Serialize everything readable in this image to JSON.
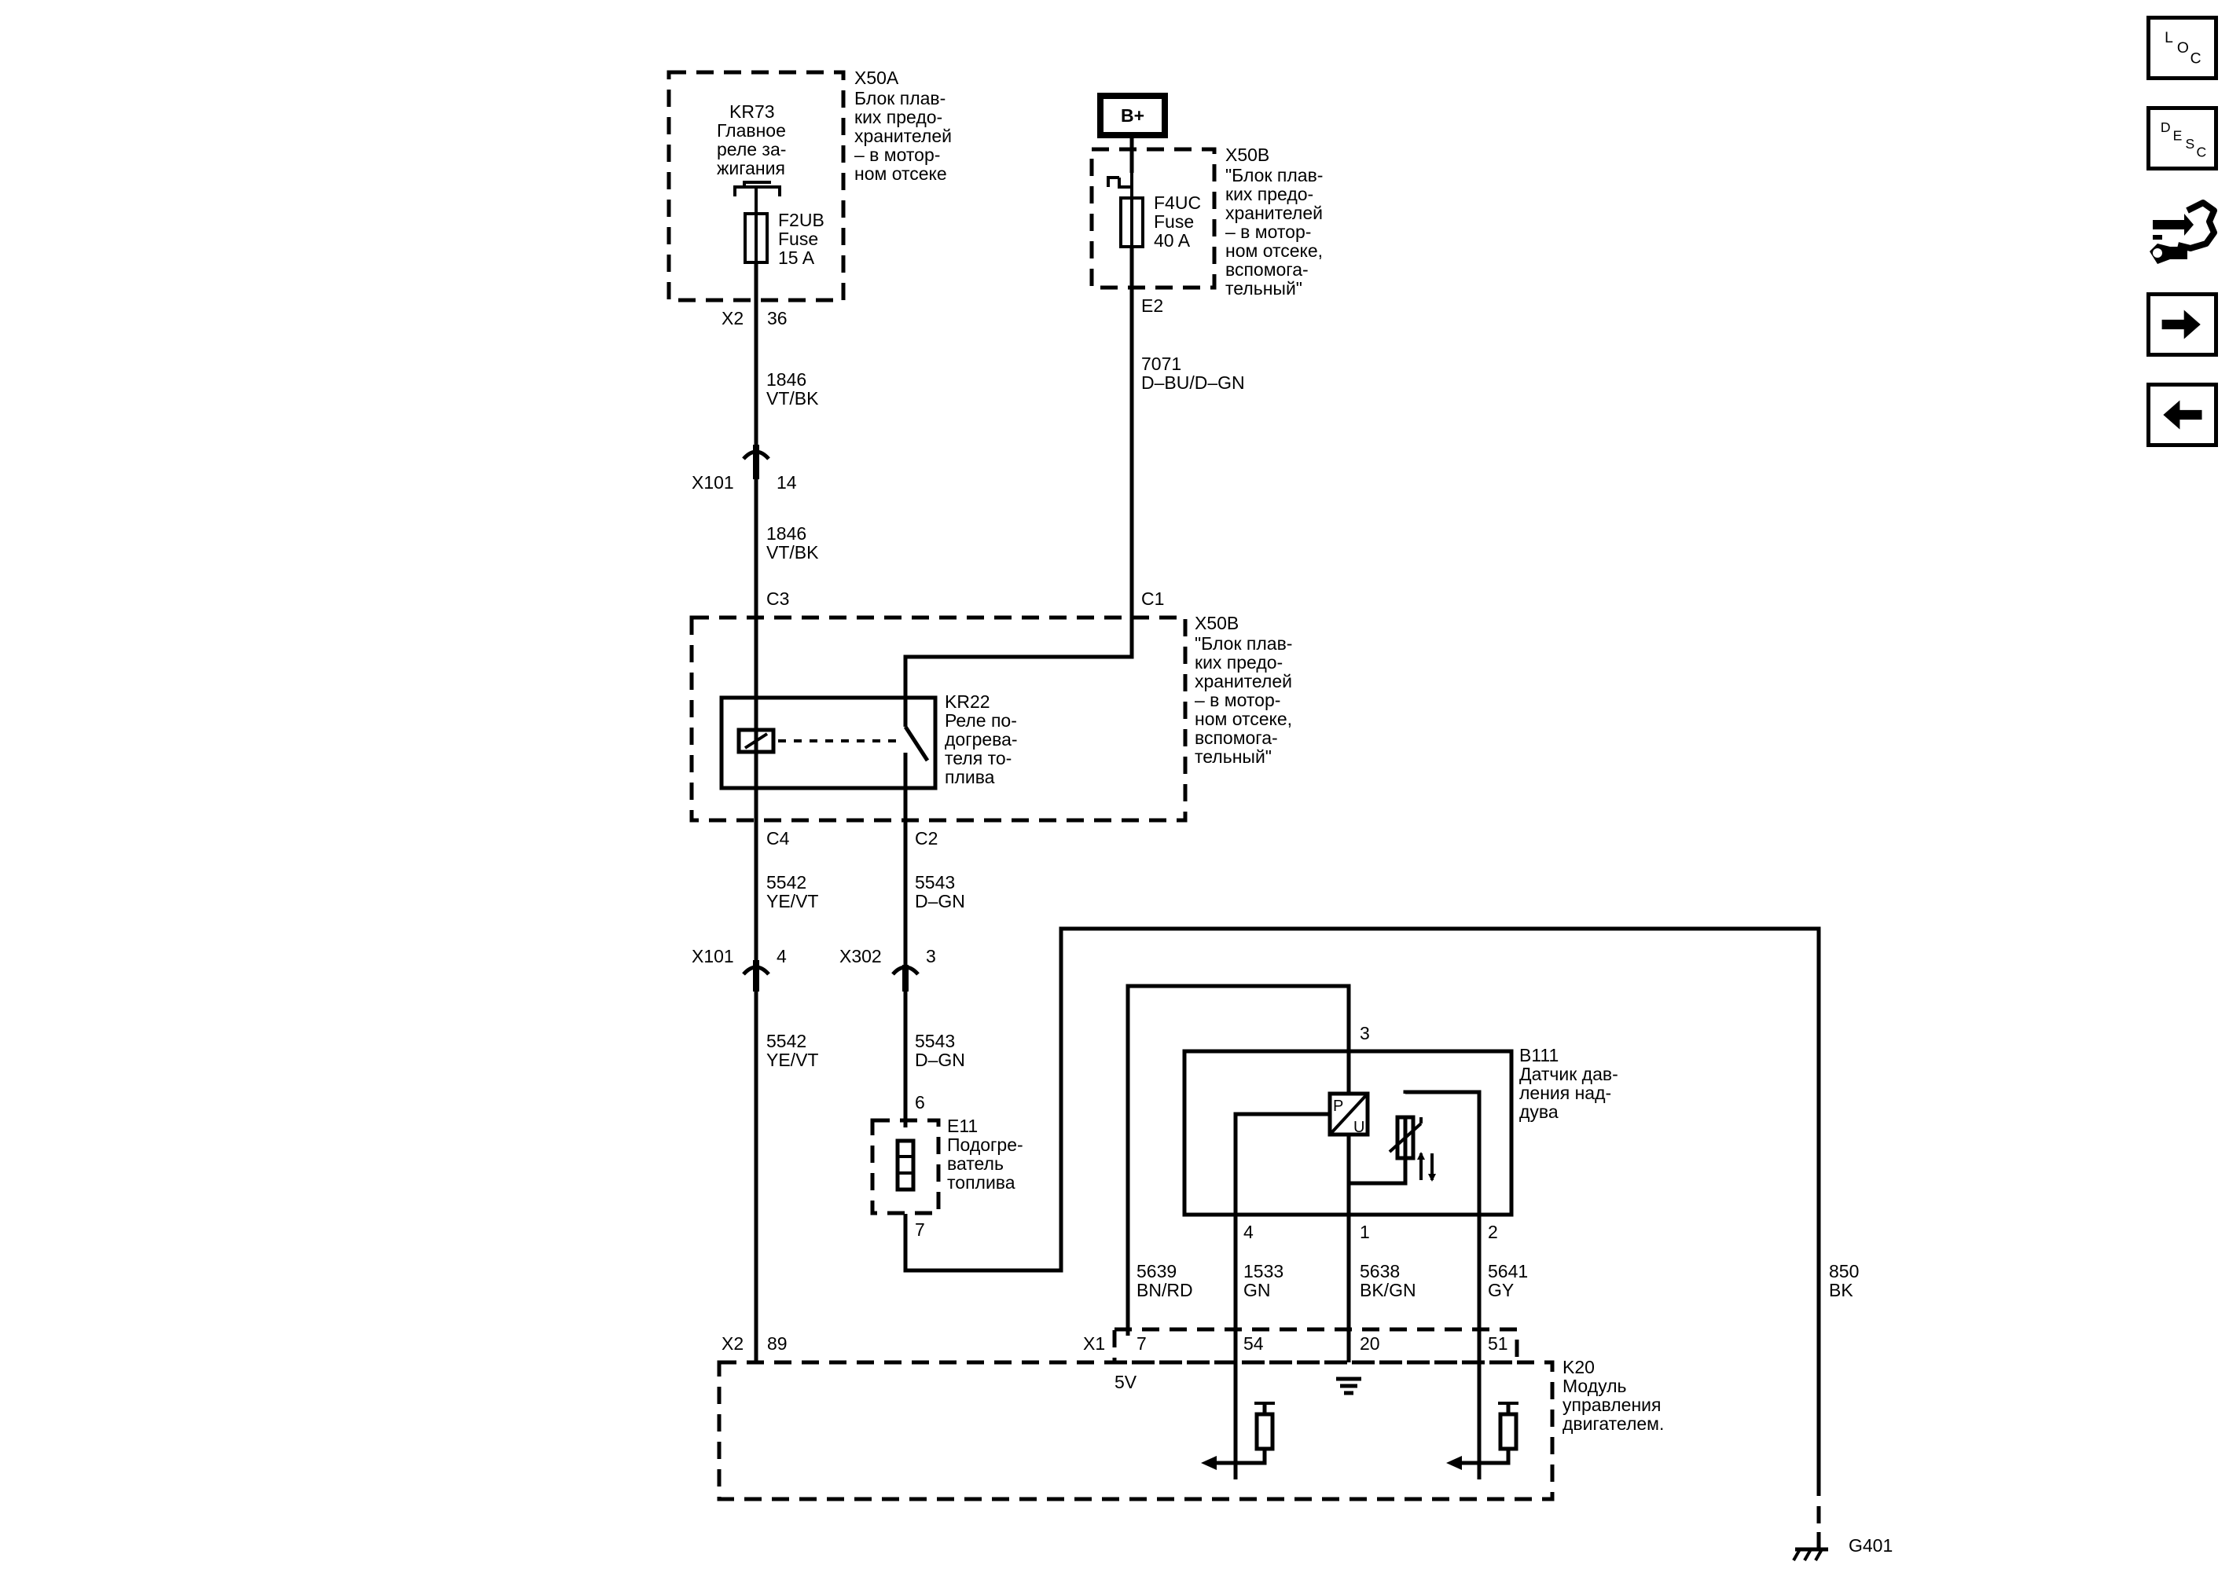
{
  "battery_label": "B+",
  "x50a": {
    "id": "X50A",
    "desc": [
      "Блок плав-",
      "ких предо-",
      "хранителей",
      "– в мотор-",
      "ном отсеке"
    ],
    "relay_id": "KR73",
    "relay_name": [
      "Главное",
      "реле за-",
      "жигания"
    ],
    "fuse": [
      "F2UB",
      "Fuse",
      "15 A"
    ],
    "connector": "X2",
    "pin": "36"
  },
  "x50b_top": {
    "id": "X50B",
    "desc": [
      "\"Блок плав-",
      "ких предо-",
      "хранителей",
      "– в мотор-",
      "ном отсеке,",
      "вспомога-",
      "тельный\""
    ],
    "fuse": [
      "F4UC",
      "Fuse",
      "40 A"
    ],
    "pin": "E2"
  },
  "x50b_relay": {
    "id": "X50B",
    "desc": [
      "\"Блок плав-",
      "ких предо-",
      "хранителей",
      "– в мотор-",
      "ном отсеке,",
      "вспомога-",
      "тельный\""
    ],
    "relay_id": "KR22",
    "relay_name": [
      "Реле по-",
      "догрева-",
      "теля то-",
      "плива"
    ],
    "pin_c1": "C1",
    "pin_c2": "C2",
    "pin_c3": "C3",
    "pin_c4": "C4"
  },
  "wires": {
    "w1846_a": [
      "1846",
      "VT/BK"
    ],
    "w1846_b": [
      "1846",
      "VT/BK"
    ],
    "w7071": [
      "7071",
      "D–BU/D–GN"
    ],
    "w5542_a": [
      "5542",
      "YE/VT"
    ],
    "w5542_b": [
      "5542",
      "YE/VT"
    ],
    "w5543_a": [
      "5543",
      "D–GN"
    ],
    "w5543_b": [
      "5543",
      "D–GN"
    ],
    "w5639": [
      "5639",
      "BN/RD"
    ],
    "w1533": [
      "1533",
      "GN"
    ],
    "w5638": [
      "5638",
      "BK/GN"
    ],
    "w5641": [
      "5641",
      "GY"
    ],
    "w850": [
      "850",
      "BK"
    ]
  },
  "connectors": {
    "x101_a": {
      "id": "X101",
      "pin": "14"
    },
    "x101_b": {
      "id": "X101",
      "pin": "4"
    },
    "x302": {
      "id": "X302",
      "pin": "3"
    }
  },
  "heater": {
    "id": "E11",
    "name": [
      "Подогре-",
      "ватель",
      "топлива"
    ],
    "pin_top": "6",
    "pin_bottom": "7"
  },
  "sensor": {
    "id": "B111",
    "name": [
      "Датчик дав-",
      "ления над-",
      "дува"
    ],
    "pin_top": "3",
    "pin_4": "4",
    "pin_1": "1",
    "pin_2": "2",
    "pu_p": "P",
    "pu_u": "U"
  },
  "ecm": {
    "id": "K20",
    "name": [
      "Модуль",
      "управления",
      "двигателем."
    ],
    "x2": "X2",
    "x2_pin": "89",
    "x1": "X1",
    "x1_pins": [
      "7",
      "54",
      "20",
      "51"
    ],
    "ref_voltage": "5V"
  },
  "ground": "G401",
  "side_buttons": {
    "loc": [
      "L",
      "O",
      "C"
    ],
    "desc": [
      "D",
      "E",
      "S",
      "C"
    ],
    "tool_icon": "connector-wrench-icon",
    "next_icon": "arrow-right-icon",
    "prev_icon": "arrow-left-icon"
  }
}
